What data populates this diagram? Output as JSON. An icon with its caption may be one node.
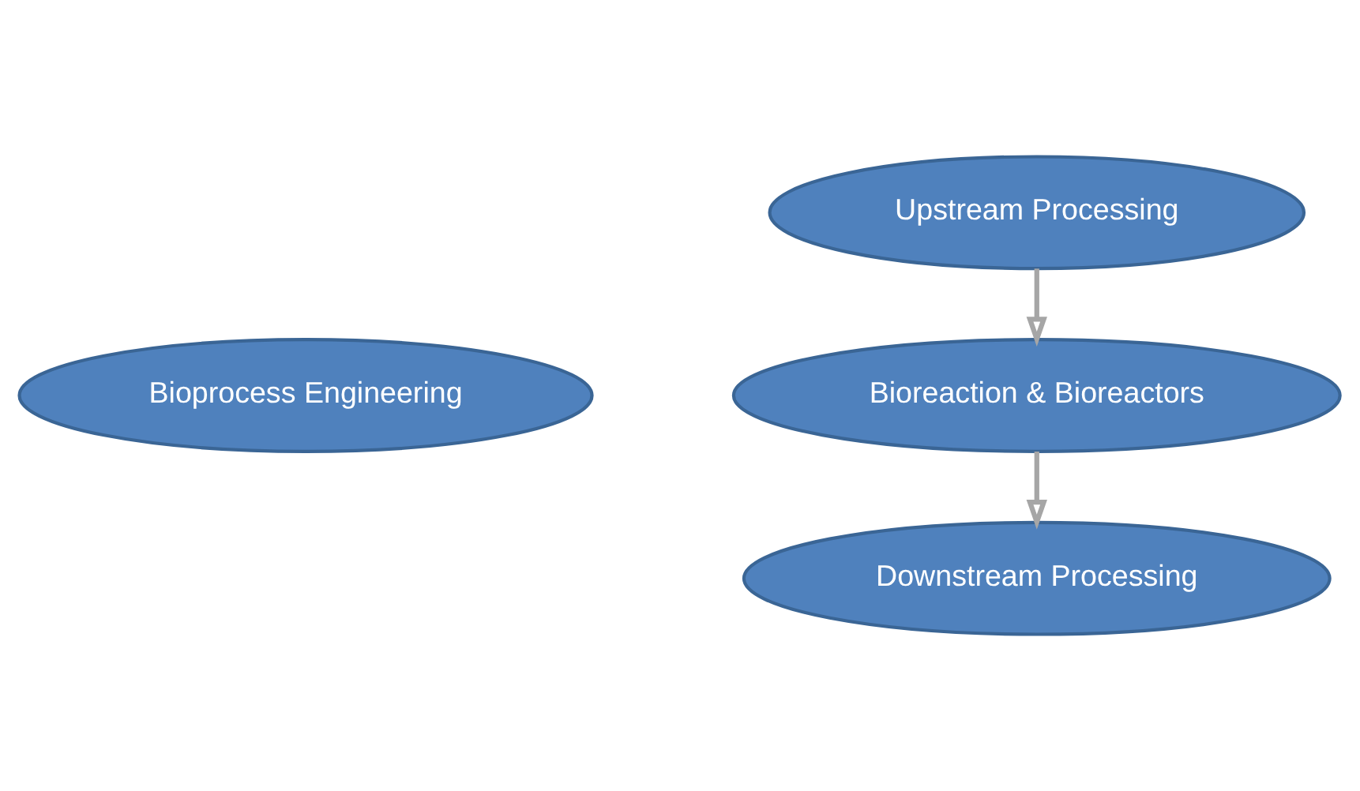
{
  "diagram": {
    "nodes": [
      {
        "text": [
          "Bioprocess Engineering"
        ]
      },
      {
        "text": [
          "Upstream Processing"
        ]
      },
      {
        "text": [
          "Bioreaction & Bioreactors"
        ]
      },
      {
        "text": [
          "Downstream Processing"
        ]
      }
    ],
    "edges": [
      {
        "from": 1,
        "to": 2,
        "arrow": "to"
      },
      {
        "from": 2,
        "to": 3,
        "arrow": "to"
      }
    ]
  }
}
